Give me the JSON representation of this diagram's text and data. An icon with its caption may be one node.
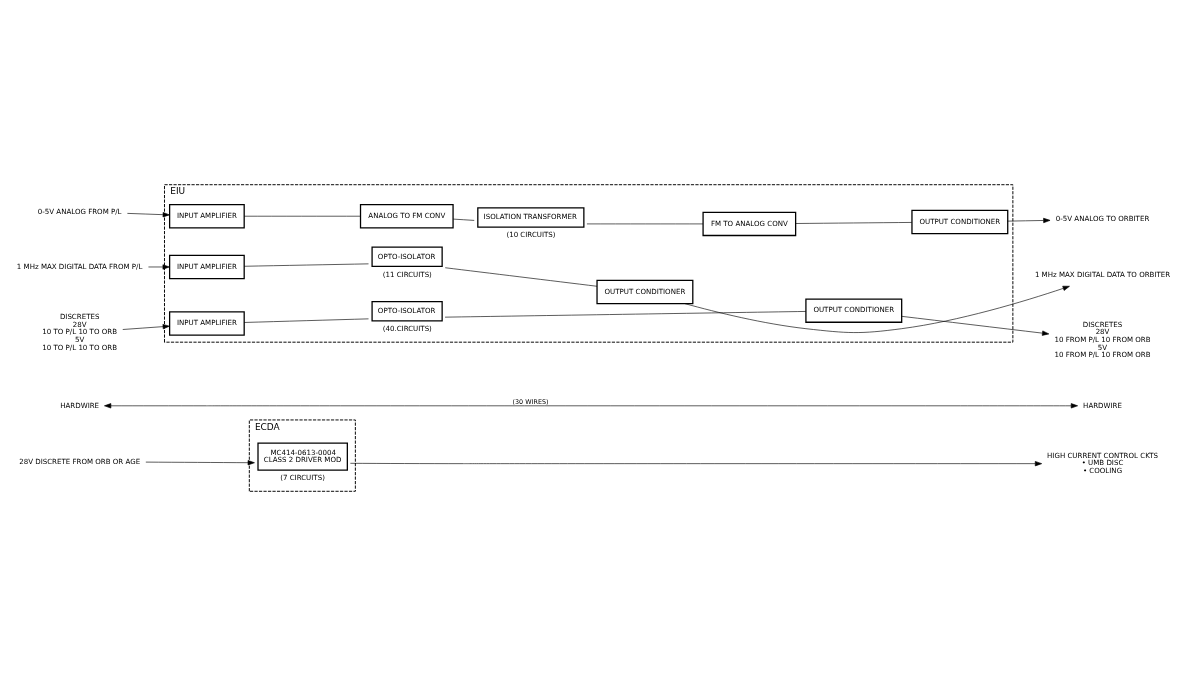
{
  "diagram": {
    "nodes": [
      {
        "text": [
          "EIU"
        ]
      },
      {
        "text": [
          "0-5V ANALOG FROM P/L"
        ]
      },
      {
        "text": [
          "INPUT AMPLIFIER"
        ],
        "in": 0
      },
      {
        "text": [
          "ANALOG TO FM CONV"
        ],
        "in": 0
      },
      {
        "text": [
          "ISOLATION TRANSFORMER"
        ],
        "in": 0,
        "beside": [
          "(10 CIRCUITS)"
        ]
      },
      {
        "text": [
          "FM TO ANALOG CONV"
        ],
        "in": 0
      },
      {
        "text": [
          "OUTPUT CONDITIONER"
        ],
        "in": 0
      },
      {
        "text": [
          "0-5V ANALOG TO ORBITER"
        ]
      },
      {
        "text": [
          "1 MHz MAX DIGITAL DATA FROM P/L"
        ]
      },
      {
        "text": [
          "INPUT AMPLIFIER"
        ],
        "in": 0
      },
      {
        "text": [
          "OPTO-ISOLATOR"
        ],
        "in": 0,
        "beside": [
          "(11 CIRCUITS)"
        ]
      },
      {
        "text": [
          "OUTPUT CONDITIONER"
        ],
        "in": 0
      },
      {
        "text": [
          "1 MHz MAX DIGITAL DATA TO ORBITER"
        ]
      },
      {
        "text": [
          "DISCRETES",
          "28V",
          "10 TO P/L 10 TO ORB",
          "5V",
          "10 TO P/L 10 TO ORB"
        ]
      },
      {
        "text": [
          "INPUT AMPLIFIER"
        ],
        "in": 0
      },
      {
        "text": [
          "OPTO-ISOLATOR"
        ],
        "in": 0,
        "beside": [
          "(40.CIRCUITS)"
        ]
      },
      {
        "text": [
          "OUTPUT CONDITIONER"
        ],
        "in": 0
      },
      {
        "text": [
          "DISCRETES",
          "28V",
          "10 FROM P/L 10 FROM ORB",
          "5V",
          "10 FROM P/L 10 FROM ORB"
        ]
      },
      {
        "text": [
          "HARDWIRE"
        ]
      },
      {
        "text": [
          "HARDWIRE"
        ]
      },
      {
        "text": [
          "ECDA"
        ]
      },
      {
        "text": [
          "28V DISCRETE FROM ORB OR AGE"
        ]
      },
      {
        "text": [
          "MC414-0613-0004",
          "CLASS 2 DRIVER MOD"
        ],
        "in": 20,
        "beside": [
          "(7 CIRCUITS)"
        ]
      },
      {
        "text": [
          "HIGH CURRENT CONTROL CKTS",
          "• UMB DISC",
          "• COOLING"
        ]
      }
    ],
    "edges": [
      {
        "from": 1,
        "to": 2,
        "arrow": "to"
      },
      {
        "from": 2,
        "to": 3,
        "arrow": "none"
      },
      {
        "from": 3,
        "to": 4,
        "arrow": "none"
      },
      {
        "from": 4,
        "to": 5,
        "arrow": "none"
      },
      {
        "from": 5,
        "to": 6,
        "arrow": "none"
      },
      {
        "from": 6,
        "to": 7,
        "arrow": "to"
      },
      {
        "from": 8,
        "to": 9,
        "arrow": "to"
      },
      {
        "from": 9,
        "to": 10,
        "arrow": "none"
      },
      {
        "from": 10,
        "to": 11,
        "arrow": "none"
      },
      {
        "from": 11,
        "to": 12,
        "arrow": "to"
      },
      {
        "from": 13,
        "to": 14,
        "arrow": "to"
      },
      {
        "from": 14,
        "to": 15,
        "arrow": "none"
      },
      {
        "from": 15,
        "to": 16,
        "arrow": "none"
      },
      {
        "from": 16,
        "to": 17,
        "arrow": "to"
      },
      {
        "from": 18,
        "to": 19,
        "arrow": "both",
        "label": "(30 WIRES)"
      },
      {
        "from": 21,
        "to": 22,
        "arrow": "to"
      },
      {
        "from": 22,
        "to": 23,
        "arrow": "to"
      }
    ]
  }
}
